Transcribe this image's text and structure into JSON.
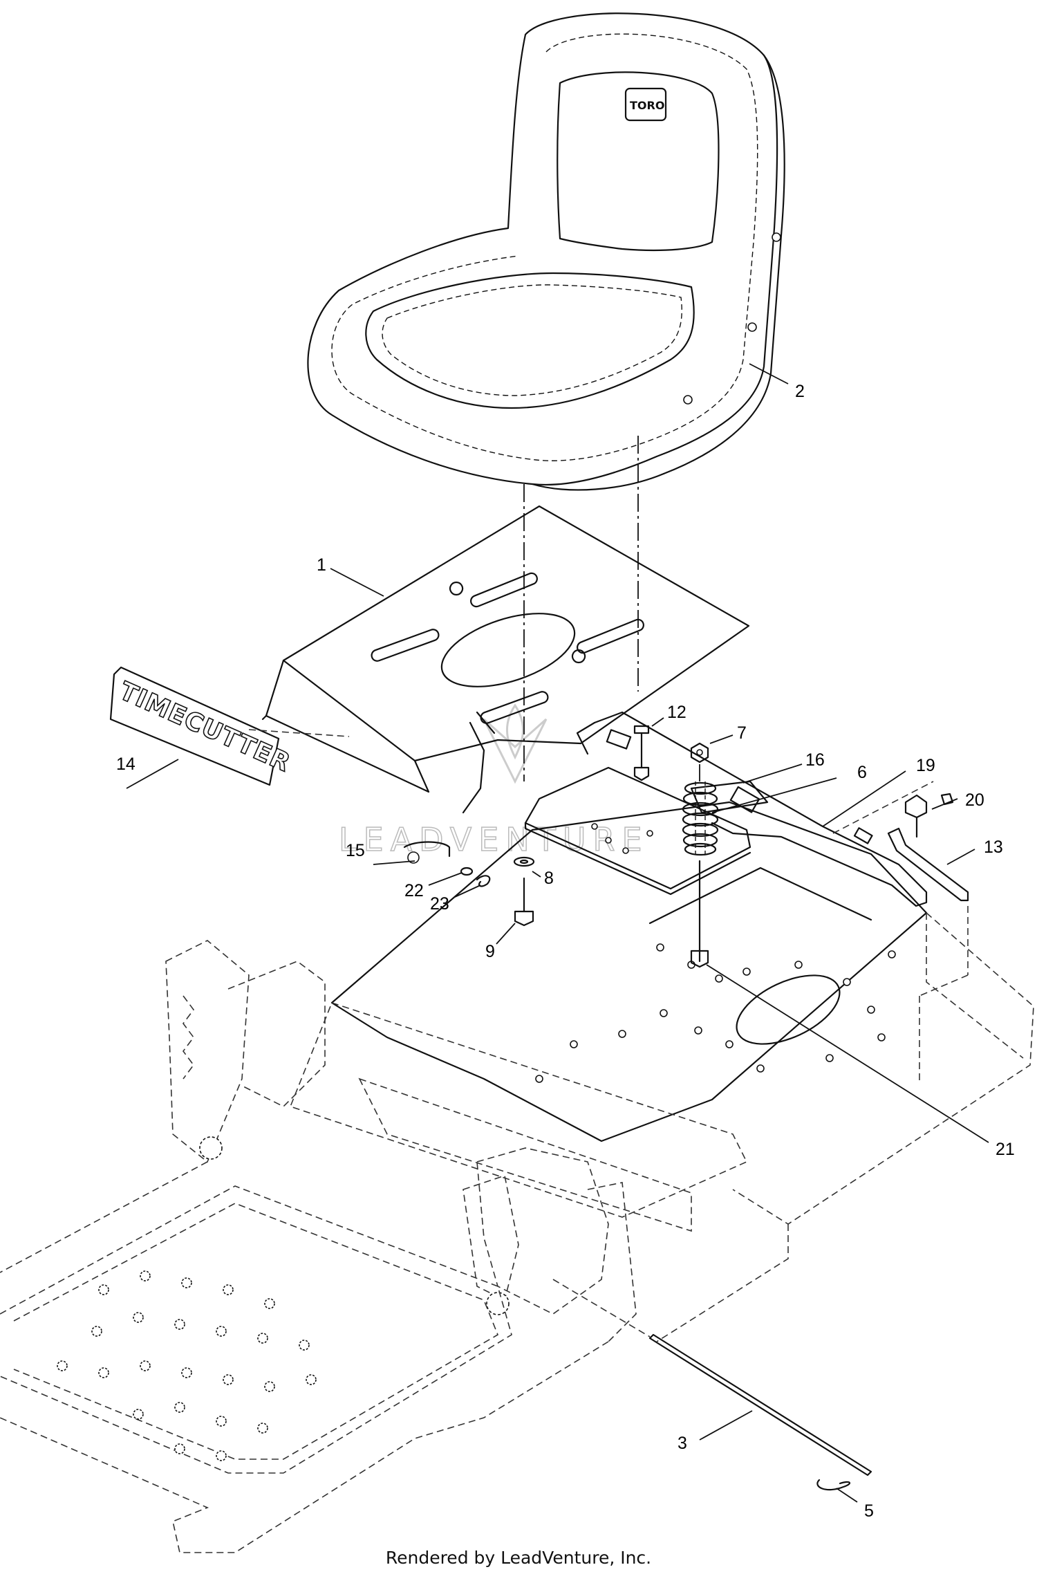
{
  "diagram": {
    "callouts": [
      {
        "id": "c1",
        "label": "1"
      },
      {
        "id": "c2",
        "label": "2"
      },
      {
        "id": "c3",
        "label": "3"
      },
      {
        "id": "c5",
        "label": "5"
      },
      {
        "id": "c6",
        "label": "6"
      },
      {
        "id": "c7",
        "label": "7"
      },
      {
        "id": "c8",
        "label": "8"
      },
      {
        "id": "c9",
        "label": "9"
      },
      {
        "id": "c12",
        "label": "12"
      },
      {
        "id": "c13",
        "label": "13"
      },
      {
        "id": "c14",
        "label": "14"
      },
      {
        "id": "c15",
        "label": "15"
      },
      {
        "id": "c16",
        "label": "16"
      },
      {
        "id": "c19",
        "label": "19"
      },
      {
        "id": "c20",
        "label": "20"
      },
      {
        "id": "c21",
        "label": "21"
      },
      {
        "id": "c22",
        "label": "22"
      },
      {
        "id": "c23",
        "label": "23"
      }
    ],
    "decal_text": "TIMECUTTER",
    "seat_logo_text": "TORO",
    "watermark_text": "LEADVENTURE"
  },
  "footer": {
    "text": "Rendered by LeadVenture, Inc."
  }
}
